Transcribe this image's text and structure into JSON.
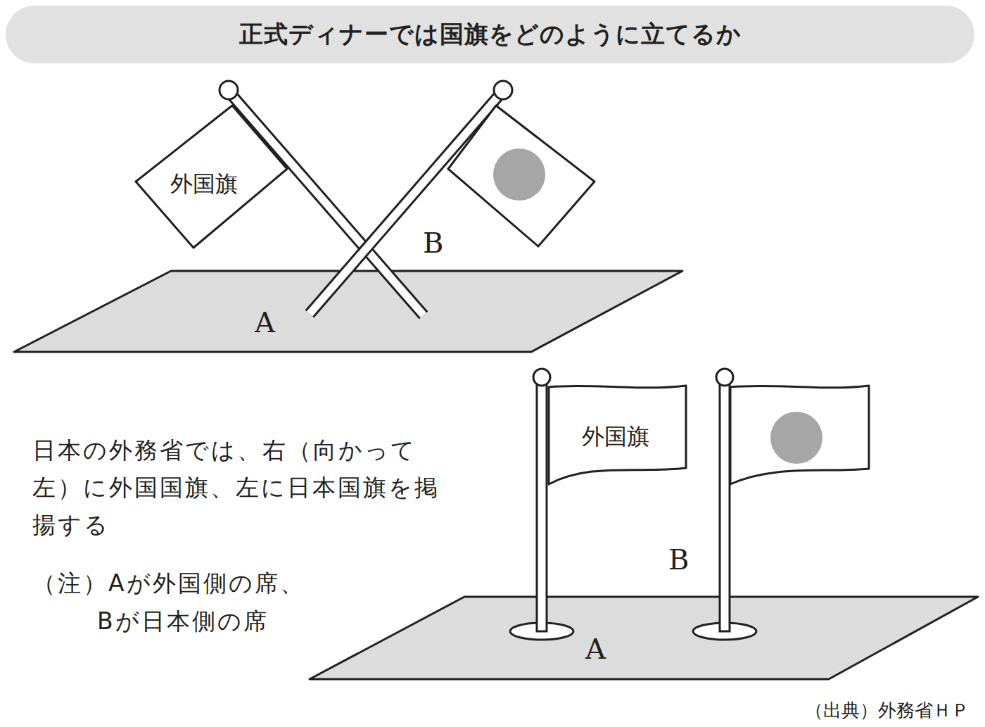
{
  "diagram": {
    "title": "正式ディナーでは国旗をどのように立てるか",
    "caption": "（出典）外務省ＨＰ",
    "nodes": [
      {
        "text": [
          "外国旗"
        ]
      },
      {
        "text": [
          "外国旗"
        ]
      }
    ],
    "labels": [
      "B",
      "A",
      "日本の外務省では、右（向かって左）に外国国旗、左に日本国旗を掲揚する",
      "B",
      "（注）Aが外国側の席、",
      "Bが日本側の席",
      "A"
    ]
  }
}
